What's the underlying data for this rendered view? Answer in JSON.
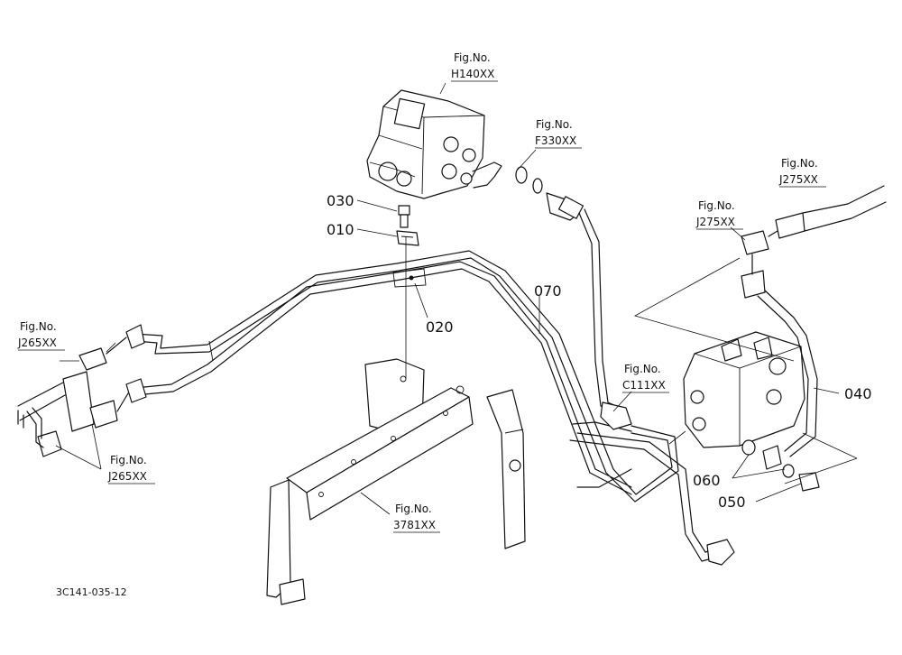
{
  "diagram": {
    "drawing_code": "3C141-035-12",
    "fig_prefix": "Fig.No.",
    "part_numbers": {
      "p010": "010",
      "p020": "020",
      "p030": "030",
      "p040": "040",
      "p050": "050",
      "p060": "060",
      "p070": "070"
    },
    "fig_refs": {
      "h140": "H140XX",
      "f330": "F330XX",
      "j275_top": "J275XX",
      "j275_mid": "J275XX",
      "j265_left": "J265XX",
      "j265_bottom": "J265XX",
      "c111": "C111XX",
      "f3781": "3781XX"
    }
  }
}
